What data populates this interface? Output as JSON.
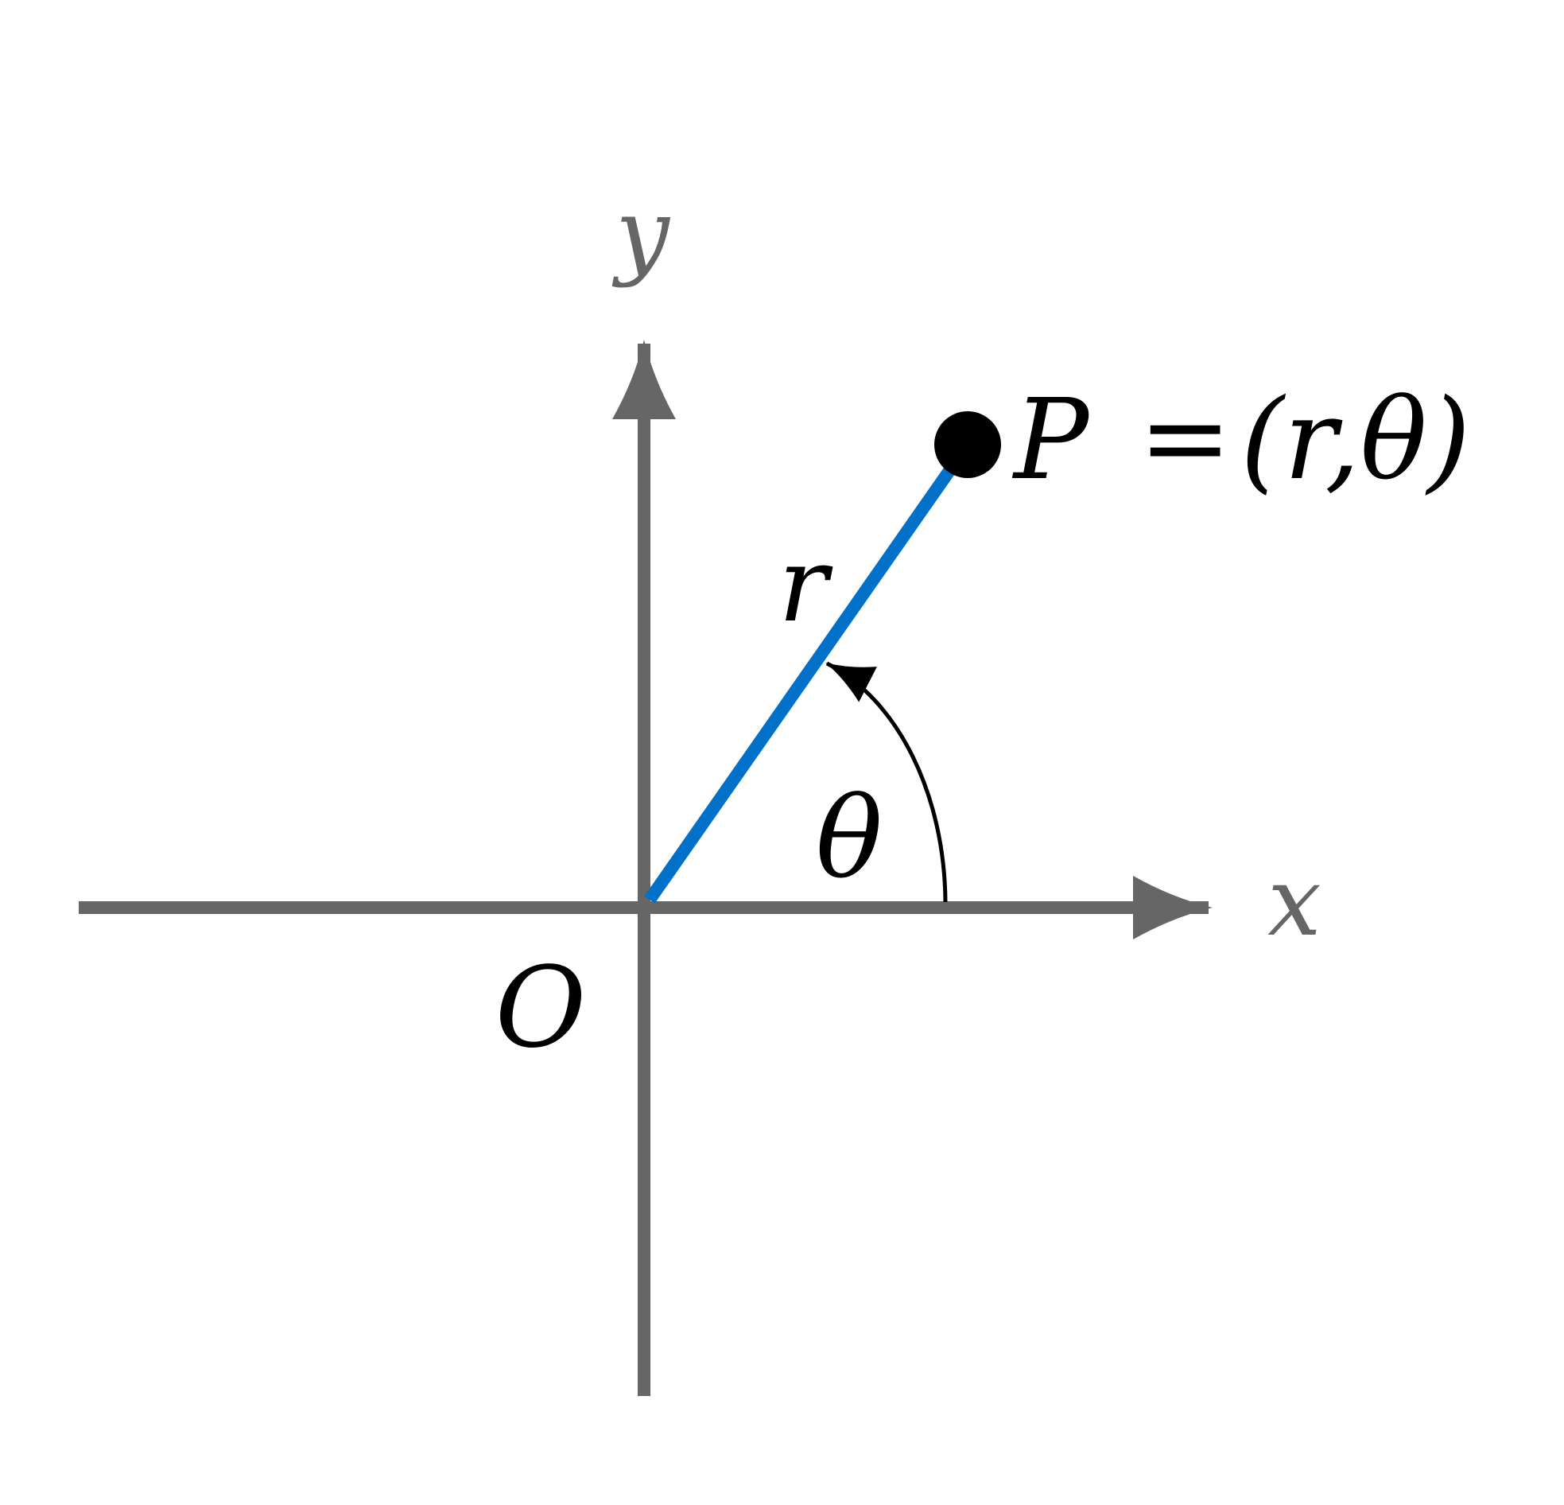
{
  "colors": {
    "axis": "#666666",
    "radius": "#0070c8",
    "ink": "#000000",
    "background": "#ffffff"
  },
  "labels": {
    "x_axis": "x",
    "y_axis": "y",
    "origin": "O",
    "radius": "r",
    "angle": "θ",
    "point_name": "P",
    "equals": "=",
    "coords": "(r,θ)"
  }
}
